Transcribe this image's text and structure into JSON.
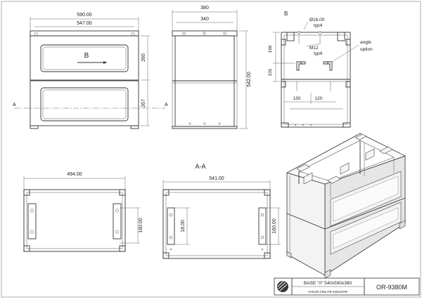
{
  "front_view": {
    "width_overall": "590.00",
    "width_inner": "547.00",
    "height_upper": "260",
    "height_lower": "267",
    "view_label": "B",
    "section_mark_left": "A",
    "section_mark_right": "A"
  },
  "side_view": {
    "depth_overall": "380",
    "depth_inner": "340",
    "height_total": "542.00"
  },
  "detail_b": {
    "label": "B",
    "hole_diameter": "Ø16.00",
    "hole_count_1": "typ4",
    "thread": "M12",
    "hole_count_2": "typ4",
    "dim_vertical_1": "166",
    "dim_vertical_2": "101",
    "dim_h_1": "130",
    "dim_h_2": "120",
    "note_1": "angle",
    "note_2": "option"
  },
  "bottom_view": {
    "width": "494.00",
    "slot_height": "160.00"
  },
  "section_aa": {
    "title": "A-A",
    "width": "541.00",
    "slot_left": "18.00",
    "slot_right": "160.00"
  },
  "title_block": {
    "description": "BASE \"0\" 540x590x380",
    "part_number": "OR-9380M",
    "company": "YAKUR GRILITE INDUSTRI"
  }
}
